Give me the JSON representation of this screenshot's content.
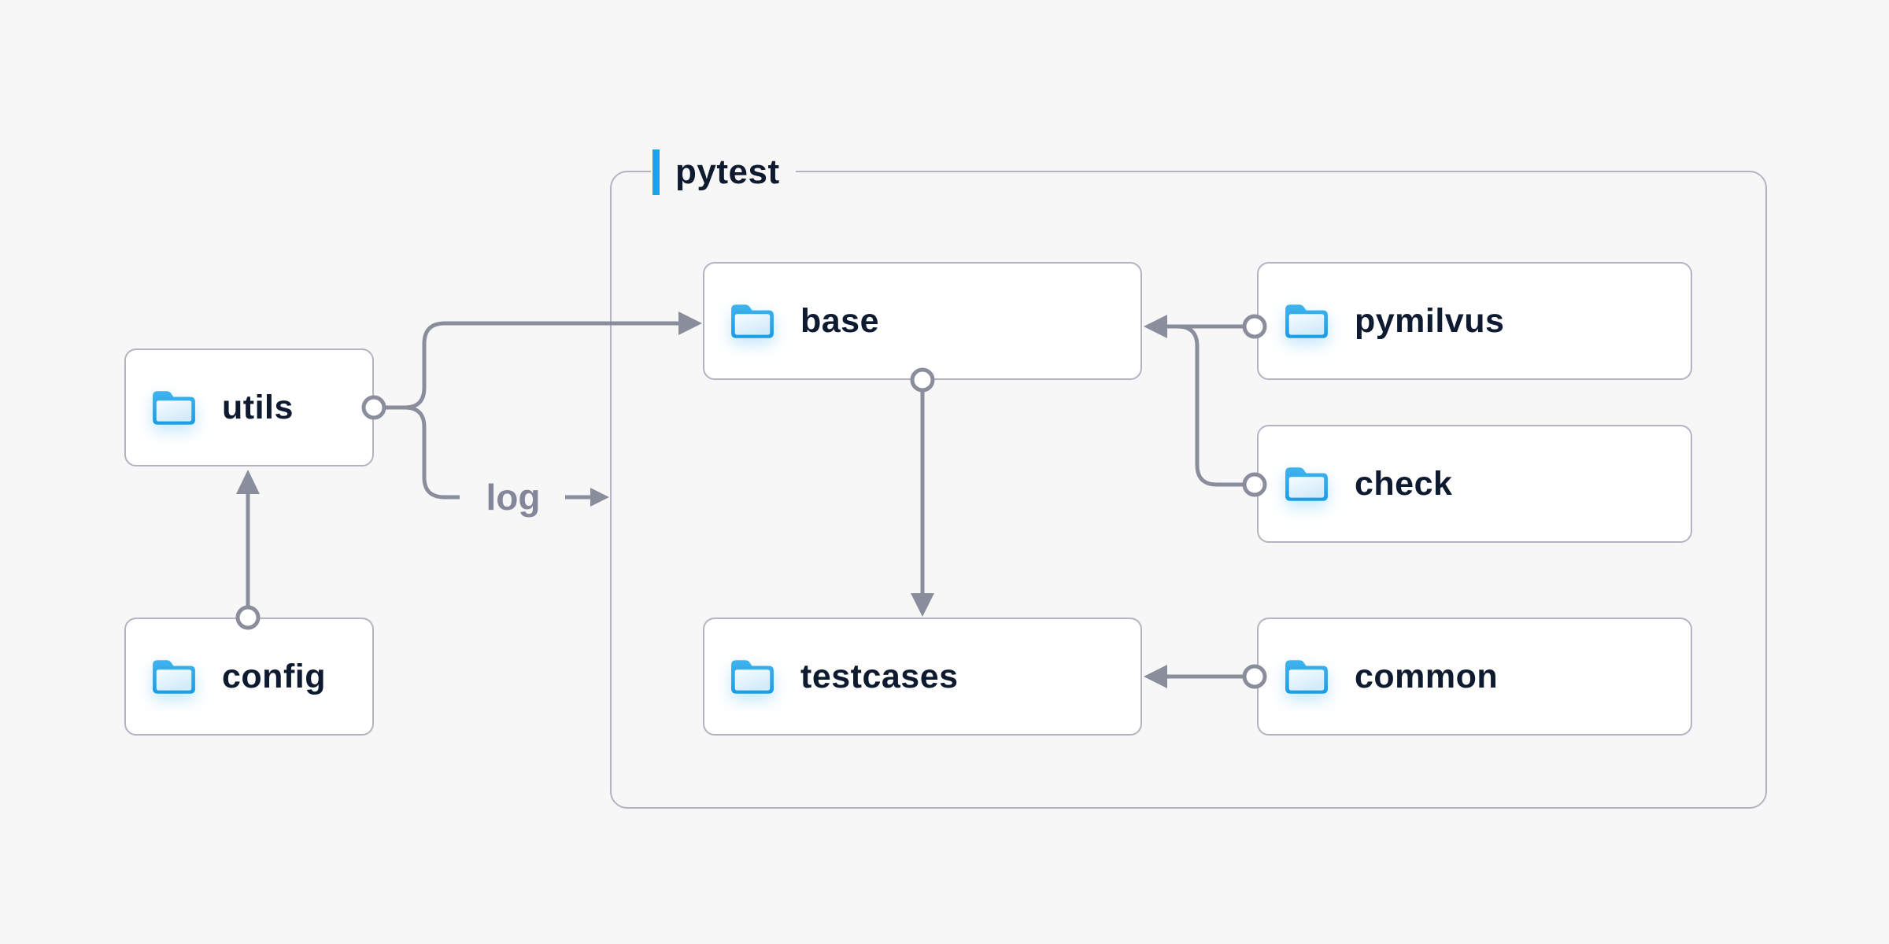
{
  "diagram": {
    "group": {
      "label": "pytest"
    },
    "nodes": [
      {
        "id": "utils",
        "label": "utils",
        "icon": "folder-icon",
        "group": null
      },
      {
        "id": "config",
        "label": "config",
        "icon": "folder-icon",
        "group": null
      },
      {
        "id": "base",
        "label": "base",
        "icon": "folder-icon",
        "group": "pytest"
      },
      {
        "id": "pymilvus",
        "label": "pymilvus",
        "icon": "folder-icon",
        "group": "pytest"
      },
      {
        "id": "check",
        "label": "check",
        "icon": "folder-icon",
        "group": "pytest"
      },
      {
        "id": "testcases",
        "label": "testcases",
        "icon": "folder-icon",
        "group": "pytest"
      },
      {
        "id": "common",
        "label": "common",
        "icon": "folder-icon",
        "group": "pytest"
      }
    ],
    "edges": [
      {
        "from": "config",
        "to": "utils",
        "label": ""
      },
      {
        "from": "utils",
        "to": "base",
        "label": ""
      },
      {
        "from": "utils",
        "to": "pytest",
        "label": "log"
      },
      {
        "from": "pymilvus",
        "to": "base",
        "label": ""
      },
      {
        "from": "check",
        "to": "base",
        "label": ""
      },
      {
        "from": "base",
        "to": "testcases",
        "label": ""
      },
      {
        "from": "common",
        "to": "testcases",
        "label": ""
      }
    ],
    "colors": {
      "background": "#f7f7f8",
      "box_fill": "#ffffff",
      "box_border": "#b2b4c2",
      "connector": "#8a8d9c",
      "text": "#0e1a2f",
      "muted_text": "#84879a",
      "accent_blue": "#14a6e8",
      "folder_stroke": "#29a9e9"
    }
  }
}
